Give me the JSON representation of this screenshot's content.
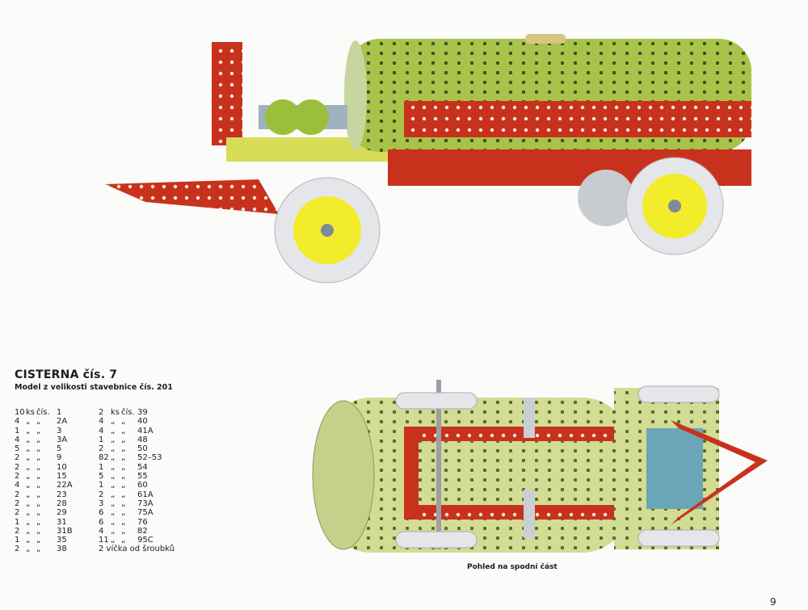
{
  "title": "CISTERNA čís. 7",
  "subtitle": "Model z velikosti stavebnice čís. 201",
  "parts_left": [
    {
      "qty": "10",
      "unit": "ks",
      "num": "čís.",
      "part": "1"
    },
    {
      "qty": "4",
      "unit": "„",
      "num": "„",
      "part": "2A"
    },
    {
      "qty": "1",
      "unit": "„",
      "num": "„",
      "part": "3"
    },
    {
      "qty": "4",
      "unit": "„",
      "num": "„",
      "part": "3A"
    },
    {
      "qty": "5",
      "unit": "„",
      "num": "„",
      "part": "5"
    },
    {
      "qty": "2",
      "unit": "„",
      "num": "„",
      "part": "9"
    },
    {
      "qty": "2",
      "unit": "„",
      "num": "„",
      "part": "10"
    },
    {
      "qty": "2",
      "unit": "„",
      "num": "„",
      "part": "15"
    },
    {
      "qty": "4",
      "unit": "„",
      "num": "„",
      "part": "22A"
    },
    {
      "qty": "2",
      "unit": "„",
      "num": "„",
      "part": "23"
    },
    {
      "qty": "2",
      "unit": "„",
      "num": "„",
      "part": "28"
    },
    {
      "qty": "2",
      "unit": "„",
      "num": "„",
      "part": "29"
    },
    {
      "qty": "1",
      "unit": "„",
      "num": "„",
      "part": "31"
    },
    {
      "qty": "2",
      "unit": "„",
      "num": "„",
      "part": "31B"
    },
    {
      "qty": "1",
      "unit": "„",
      "num": "„",
      "part": "35"
    },
    {
      "qty": "2",
      "unit": "„",
      "num": "„",
      "part": "38"
    }
  ],
  "parts_right": [
    {
      "qty": "2",
      "unit": "ks",
      "num": "čís.",
      "part": "39"
    },
    {
      "qty": "4",
      "unit": "„",
      "num": "„",
      "part": "40"
    },
    {
      "qty": "4",
      "unit": "„",
      "num": "„",
      "part": "41A"
    },
    {
      "qty": "1",
      "unit": "„",
      "num": "„",
      "part": "48"
    },
    {
      "qty": "2",
      "unit": "„",
      "num": "„",
      "part": "50"
    },
    {
      "qty": "82",
      "unit": "„",
      "num": "„",
      "part": "52–53"
    },
    {
      "qty": "1",
      "unit": "„",
      "num": "„",
      "part": "54"
    },
    {
      "qty": "5",
      "unit": "„",
      "num": "„",
      "part": "55"
    },
    {
      "qty": "1",
      "unit": "„",
      "num": "„",
      "part": "60"
    },
    {
      "qty": "2",
      "unit": "„",
      "num": "„",
      "part": "61A"
    },
    {
      "qty": "3",
      "unit": "„",
      "num": "„",
      "part": "73A"
    },
    {
      "qty": "6",
      "unit": "„",
      "num": "„",
      "part": "75A"
    },
    {
      "qty": "6",
      "unit": "„",
      "num": "„",
      "part": "76"
    },
    {
      "qty": "4",
      "unit": "„",
      "num": "„",
      "part": "82"
    },
    {
      "qty": "11",
      "unit": "„",
      "num": "„",
      "part": "95C"
    }
  ],
  "parts_note": "2 víčka od šroubků",
  "caption": "Pohled na spodní část",
  "page_number": "9",
  "colors": {
    "green": "#a9c24a",
    "red": "#c8321c",
    "yellow": "#f2ec2a",
    "tire": "#e4e6ea"
  }
}
